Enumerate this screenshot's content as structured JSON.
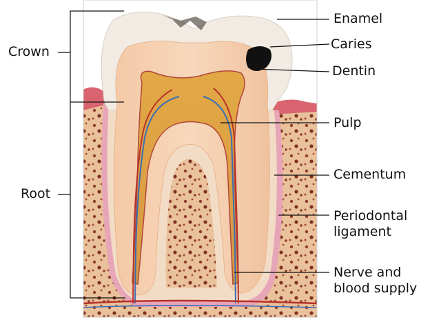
{
  "labels": {
    "crown": "Crown",
    "root": "Root",
    "enamel": "Enamel",
    "caries": "Caries",
    "dentin": "Dentin",
    "pulp": "Pulp",
    "cementum": "Cementum",
    "periodontal_1": "Periodontal",
    "periodontal_2": "ligament",
    "nerve_1": "Nerve and",
    "nerve_2": "blood supply"
  },
  "colors": {
    "enamel": "#f1ebe3",
    "dentin": "#f2c8a6",
    "pulp": "#e0a94a",
    "cementum": "#f3dcc6",
    "ligament": "#e7a6b7",
    "bone": "#e9c19a",
    "bone_speckle": "#8e3b2c",
    "gum": "#d9646f",
    "caries": "#111111",
    "nerve": "#3b6db5",
    "vessel": "#b8322a"
  }
}
